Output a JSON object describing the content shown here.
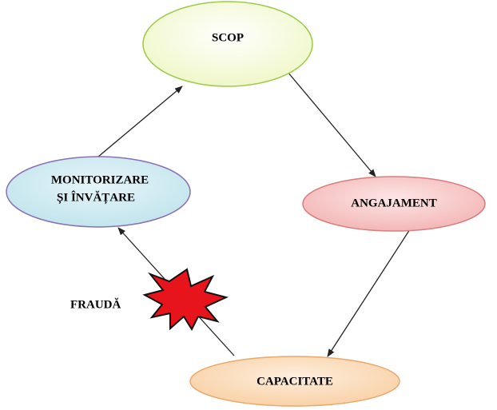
{
  "nodes": {
    "scop": {
      "label": "SCOP"
    },
    "angajament": {
      "label": "ANGAJAMENT"
    },
    "capacitate": {
      "label": "CAPACITATE"
    },
    "monitorizare": {
      "line1": "MONITORIZARE",
      "line2": "ȘI ÎNVĂȚARE"
    }
  },
  "fraud": {
    "label": "FRAUDĂ"
  },
  "colors": {
    "scop_fill": "#eef7c4",
    "scop_stroke": "#9ccc4a",
    "angajament_fill": "#f3b3b3",
    "angajament_stroke": "#d87c7c",
    "capacitate_fill": "#f9cfa2",
    "capacitate_stroke": "#e9a86a",
    "monitorizare_fill": "#bfe3ec",
    "monitorizare_stroke": "#8b6fb3",
    "burst_fill": "#e8141c",
    "burst_stroke": "#111111",
    "arrow": "#222222"
  }
}
